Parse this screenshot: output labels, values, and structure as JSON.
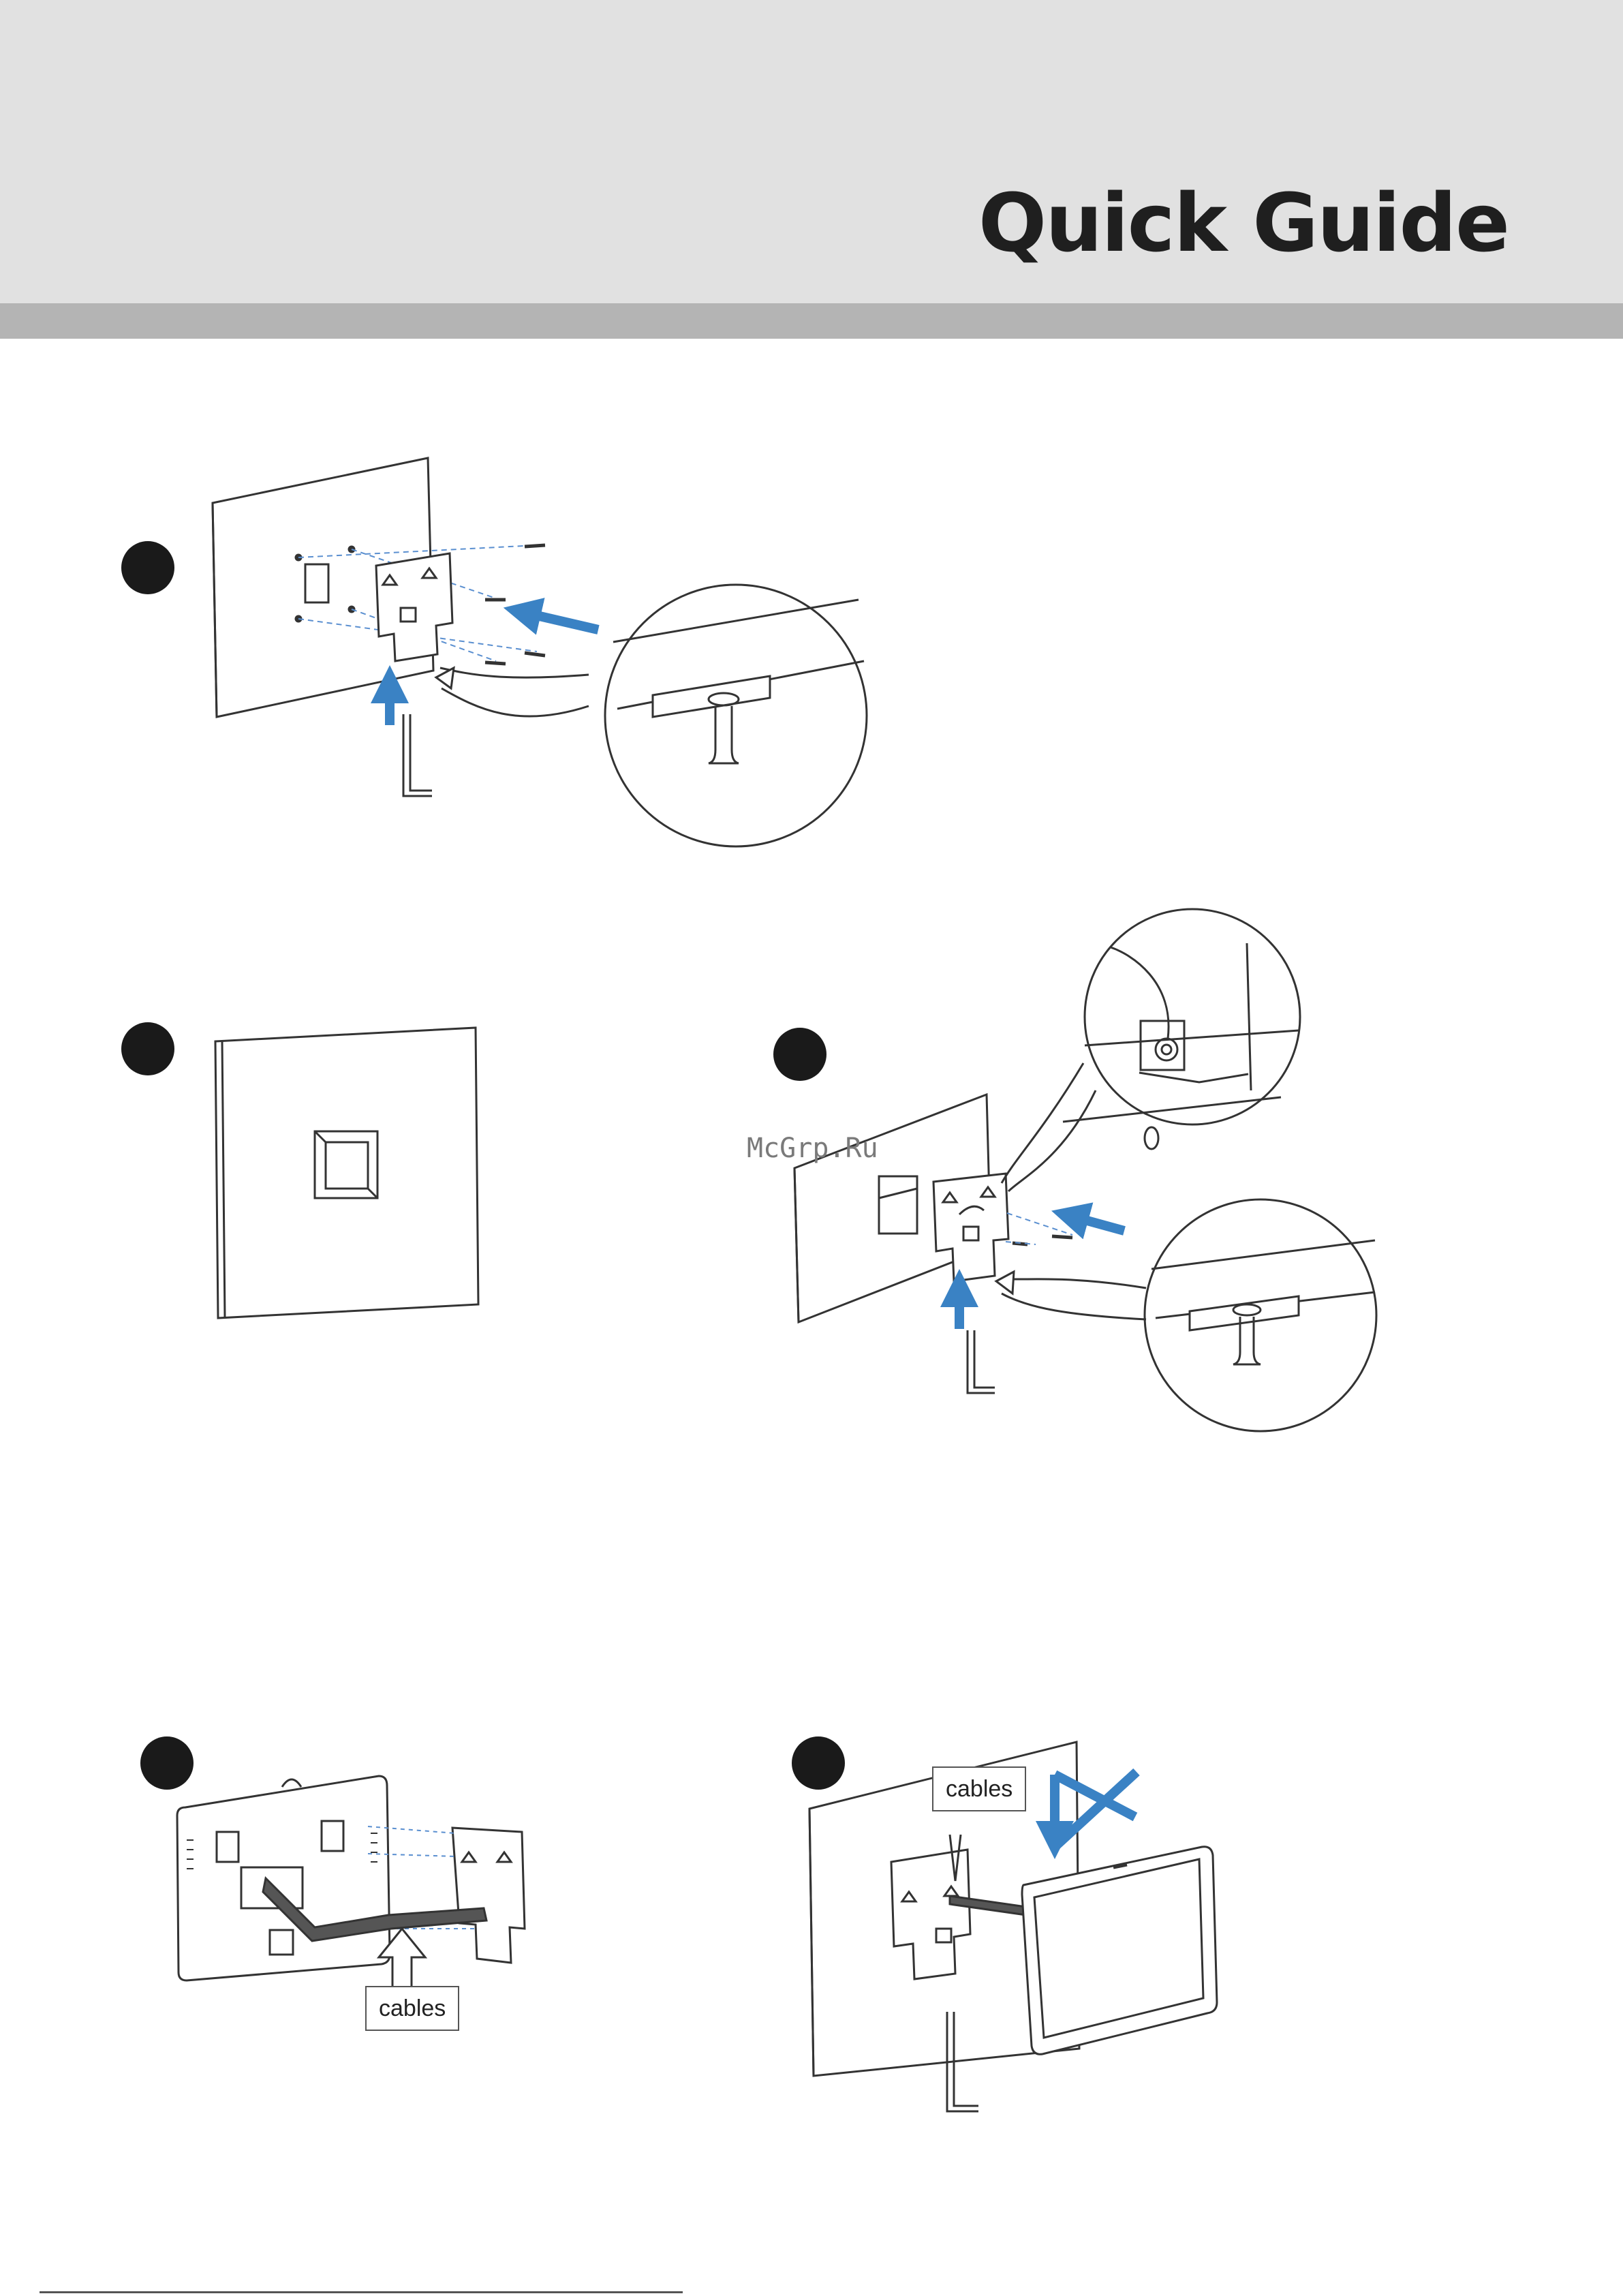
{
  "header": {
    "title": "Quick Guide"
  },
  "watermark": "McGrp.Ru",
  "labels": {
    "cables_step4": "cables",
    "cables_step5": "cables"
  },
  "colors": {
    "header_bg": "#e1e1e1",
    "header_band": "#b4b4b4",
    "arrow": "#3a82c4",
    "line": "#333333"
  }
}
